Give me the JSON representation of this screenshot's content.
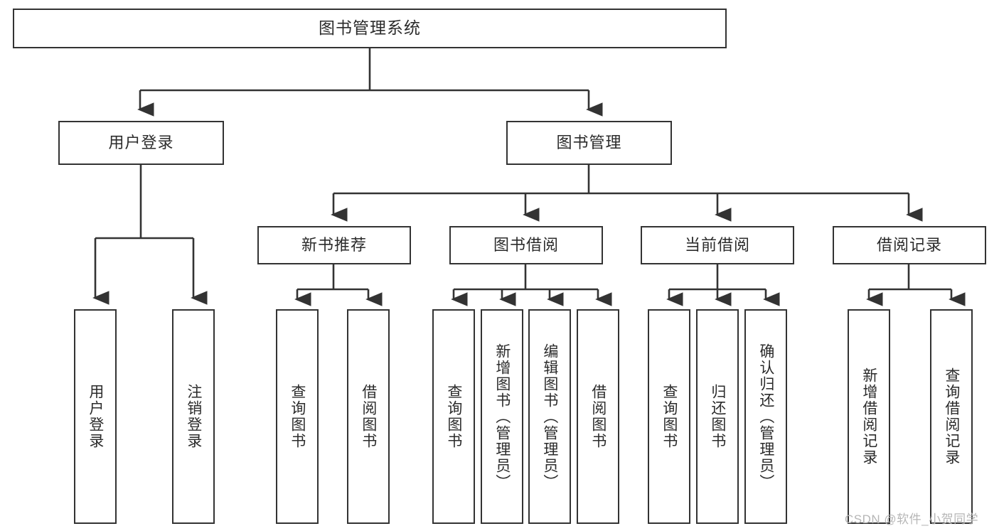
{
  "diagram": {
    "type": "tree-hierarchy",
    "title": "图书管理系统",
    "watermark": "CSDN @软件_小贺同学",
    "colors": {
      "border": "#333333",
      "background": "#ffffff",
      "text": "#2b2b2b",
      "watermark": "#b6b6b6"
    },
    "nodes": {
      "root": {
        "label": "图书管理系统",
        "level": 1
      },
      "user_login": {
        "label": "用户登录",
        "level": 2
      },
      "book_manage": {
        "label": "图书管理",
        "level": 2
      },
      "new_book_rec": {
        "label": "新书推荐",
        "level": 3
      },
      "book_borrow": {
        "label": "图书借阅",
        "level": 3
      },
      "current_borrow": {
        "label": "当前借阅",
        "level": 3
      },
      "borrow_record": {
        "label": "借阅记录",
        "level": 3
      },
      "leaf_user_login": {
        "label": "用户登录",
        "level": 4
      },
      "leaf_user_logout": {
        "label": "注销登录",
        "level": 4
      },
      "leaf_query_book_1": {
        "label": "查询图书",
        "level": 4
      },
      "leaf_borrow_book_1": {
        "label": "借阅图书",
        "level": 4
      },
      "leaf_query_book_2": {
        "label": "查询图书",
        "level": 4
      },
      "leaf_add_book": {
        "label": "新增图书（管理员）",
        "level": 4
      },
      "leaf_edit_book": {
        "label": "编辑图书（管理员）",
        "level": 4
      },
      "leaf_borrow_book_2": {
        "label": "借阅图书",
        "level": 4
      },
      "leaf_query_book_3": {
        "label": "查询图书",
        "level": 4
      },
      "leaf_return_book": {
        "label": "归还图书",
        "level": 4
      },
      "leaf_confirm_return": {
        "label": "确认归还（管理员）",
        "level": 4
      },
      "leaf_add_record": {
        "label": "新增借阅记录",
        "level": 4
      },
      "leaf_query_record": {
        "label": "查询借阅记录",
        "level": 4
      }
    }
  }
}
